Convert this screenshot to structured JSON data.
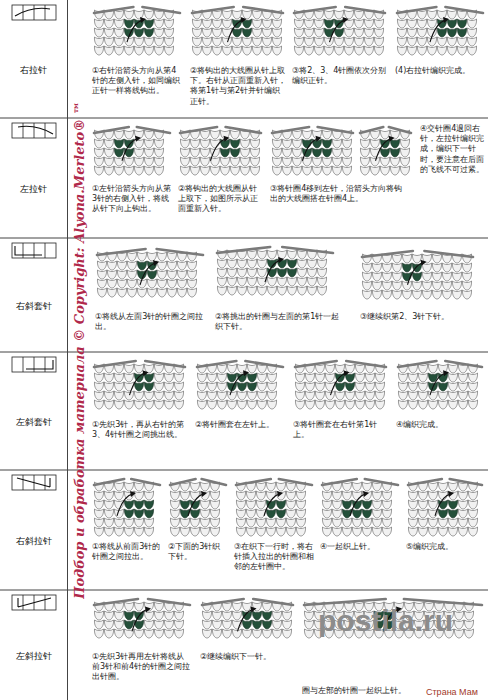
{
  "diagram": {
    "nodes": [
      {
        "text": [
          "右拉针"
        ]
      },
      {
        "text": [
          "左拉针"
        ]
      },
      {
        "text": [
          "右斜套针"
        ]
      },
      {
        "text": [
          "左斜套针"
        ]
      },
      {
        "text": [
          "右斜拉针"
        ]
      },
      {
        "text": [
          "左斜拉针"
        ]
      }
    ],
    "labels": [
      "①右针沿箭头方向从第4针的左侧入针，如同编织正针一样将线钩出。",
      "②将钩出的大线圈从针上取下。右针从正面重新入针，将第1针与第2针并针编织正针。",
      "③将2、3、4针圈依次分别编织正针。",
      "(4)右拉针编织完成。",
      "①左针沿箭头方向从第3针的右侧入针，将线从针下向上钩出。",
      "②将钩出的大线圈从针上取下，如图所示从正面重新入针。",
      "③将针圈4移到左针，沿箭头方向将钩出的大线圈搭在针圈4上。",
      "④交针圈4退回右针，左拉针编织完成，编织下一针时，要注意在后面的飞线不可过紧。",
      "①将线从左面3针的针圈之间拉出。",
      "②将挑出的针圈与左面的第1针一起织下针。",
      "③继续织第2、3针下针。",
      "①先织3针，再从右针的第3、4针针圈之间挑出线。",
      "②将针圈套在左针上。",
      "③将针圈套在右针第1针上。",
      "④编织完成。",
      "①将线从前面3针的针圈之间拉出。",
      "②下面的3针织下针。",
      "③在织下一行时，将右针插入拉出的针圈和相邻的左针圈中。",
      "④一起织上针。",
      "⑤编织完成。",
      "①先织3针再用左针将线从前3针和前4针的针圈之间拉出针圈。",
      "②继续编织下一针。",
      "圈与左部的针圈一起织上针。",
      "Подбор и обработка материала © Copyright: Alyona.Merleto® ™",
      "postila.ru",
      "Страна Мам"
    ]
  }
}
